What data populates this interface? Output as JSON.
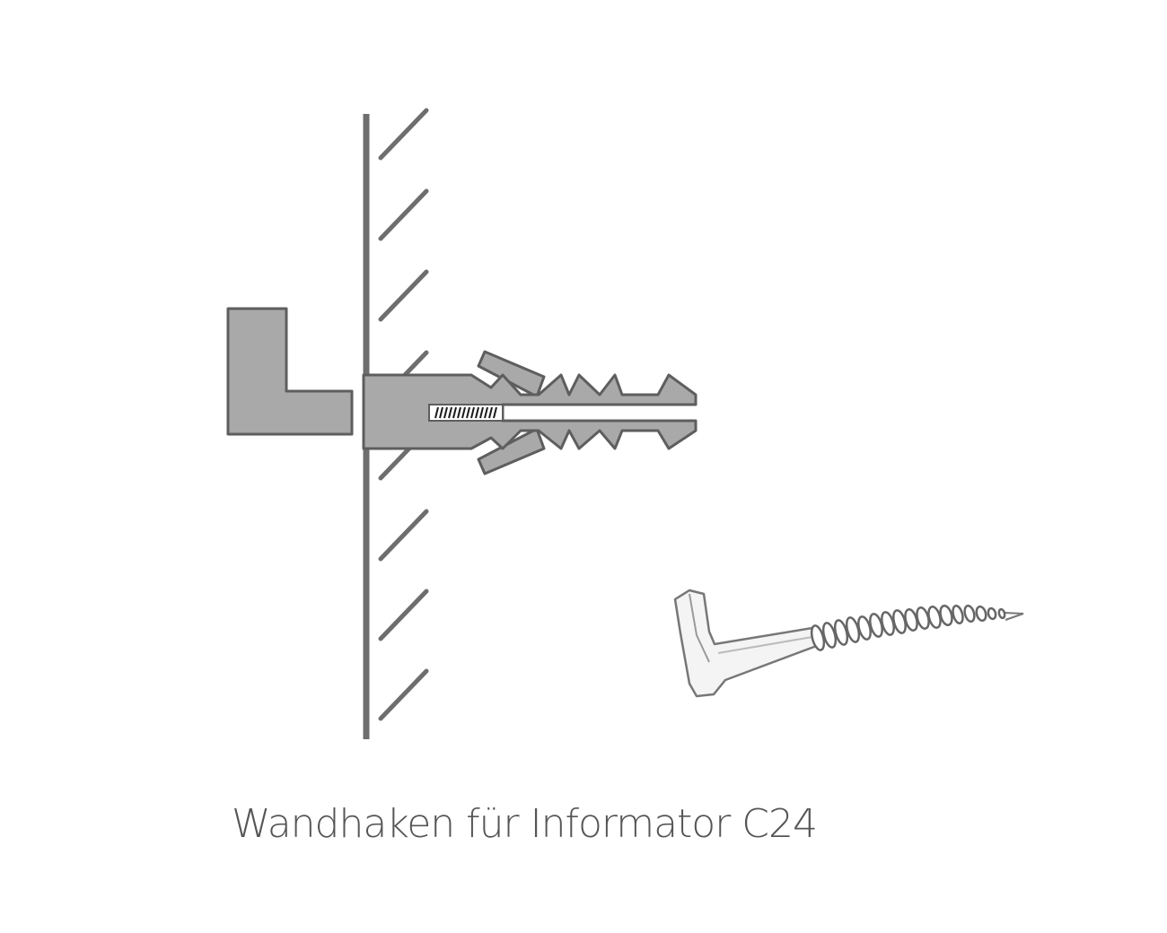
{
  "caption": "Wandhaken für Informator C24",
  "colors": {
    "line": "#6e6e6e",
    "fill": "#a9a9a9",
    "outline": "#5e5e5e",
    "text": "#555555"
  },
  "icons": [
    "wall",
    "l-bracket",
    "wall-plug-with-screw",
    "screw-hook"
  ]
}
